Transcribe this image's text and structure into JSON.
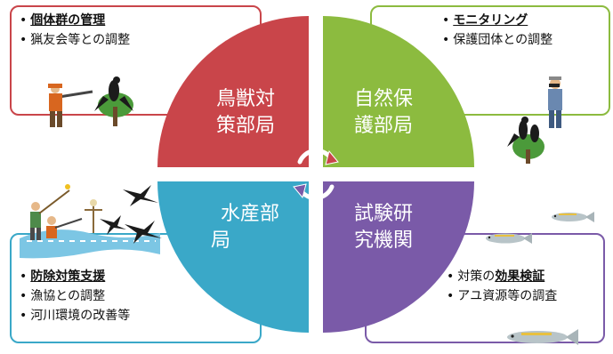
{
  "quadrants": [
    {
      "id": "tl",
      "line1": "鳥獣対",
      "line2": "策部局",
      "color": "#c9454a"
    },
    {
      "id": "tr",
      "line1": "自然保",
      "line2": "護部局",
      "color": "#8cbb3f"
    },
    {
      "id": "bl",
      "line1": "水産部",
      "line2": "局",
      "color": "#3aa8c8"
    },
    {
      "id": "br",
      "line1": "試験研",
      "line2": "究機関",
      "color": "#7a5aa8"
    }
  ],
  "boxes": {
    "tl": {
      "items": [
        {
          "prefix": "",
          "emph": "個体群の管理",
          "suffix": ""
        },
        {
          "prefix": "猟友会等との調整",
          "emph": "",
          "suffix": ""
        }
      ]
    },
    "tr": {
      "items": [
        {
          "prefix": "",
          "emph": "モニタリング",
          "suffix": ""
        },
        {
          "prefix": "保護団体との調整",
          "emph": "",
          "suffix": ""
        }
      ]
    },
    "bl": {
      "items": [
        {
          "prefix": "",
          "emph": "防除対策支援",
          "suffix": ""
        },
        {
          "prefix": "漁協との調整",
          "emph": "",
          "suffix": ""
        },
        {
          "prefix": "河川環境の改善等",
          "emph": "",
          "suffix": ""
        }
      ]
    },
    "br": {
      "items": [
        {
          "prefix": "対策の",
          "emph": "効果検証",
          "suffix": ""
        },
        {
          "prefix": "アユ資源等の調査",
          "emph": "",
          "suffix": ""
        }
      ]
    }
  },
  "icons": [
    "hunter-with-gun-icon",
    "cormorant-on-tree-icon",
    "birdwatcher-with-binoculars-icon",
    "scarecrow-icon",
    "fisherman-icon",
    "flying-cormorant-icon",
    "ayu-fish-icon"
  ]
}
